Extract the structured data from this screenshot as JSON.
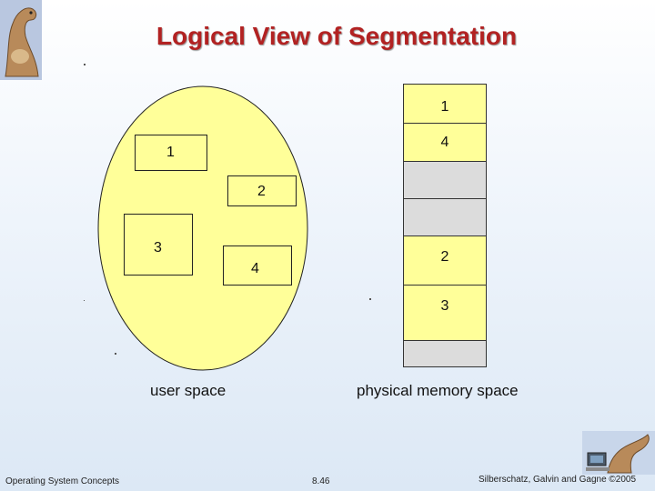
{
  "slide": {
    "title": "Logical View of Segmentation"
  },
  "user_space": {
    "label": "user space",
    "segments": [
      {
        "id": "1"
      },
      {
        "id": "2"
      },
      {
        "id": "3"
      },
      {
        "id": "4"
      }
    ]
  },
  "physical_memory": {
    "label": "physical memory space",
    "cells": [
      {
        "label": "1",
        "kind": "segment"
      },
      {
        "label": "4",
        "kind": "segment"
      },
      {
        "label": "",
        "kind": "free"
      },
      {
        "label": "",
        "kind": "free"
      },
      {
        "label": "2",
        "kind": "segment"
      },
      {
        "label": "3",
        "kind": "segment"
      },
      {
        "label": "",
        "kind": "free"
      }
    ]
  },
  "footer": {
    "left": "Operating System Concepts",
    "center": "8.46",
    "right": "Silberschatz, Galvin and Gagne ©2005"
  },
  "colors": {
    "title": "#b22222",
    "segment_fill": "#ffff99",
    "free_fill": "#dcdcdc"
  }
}
